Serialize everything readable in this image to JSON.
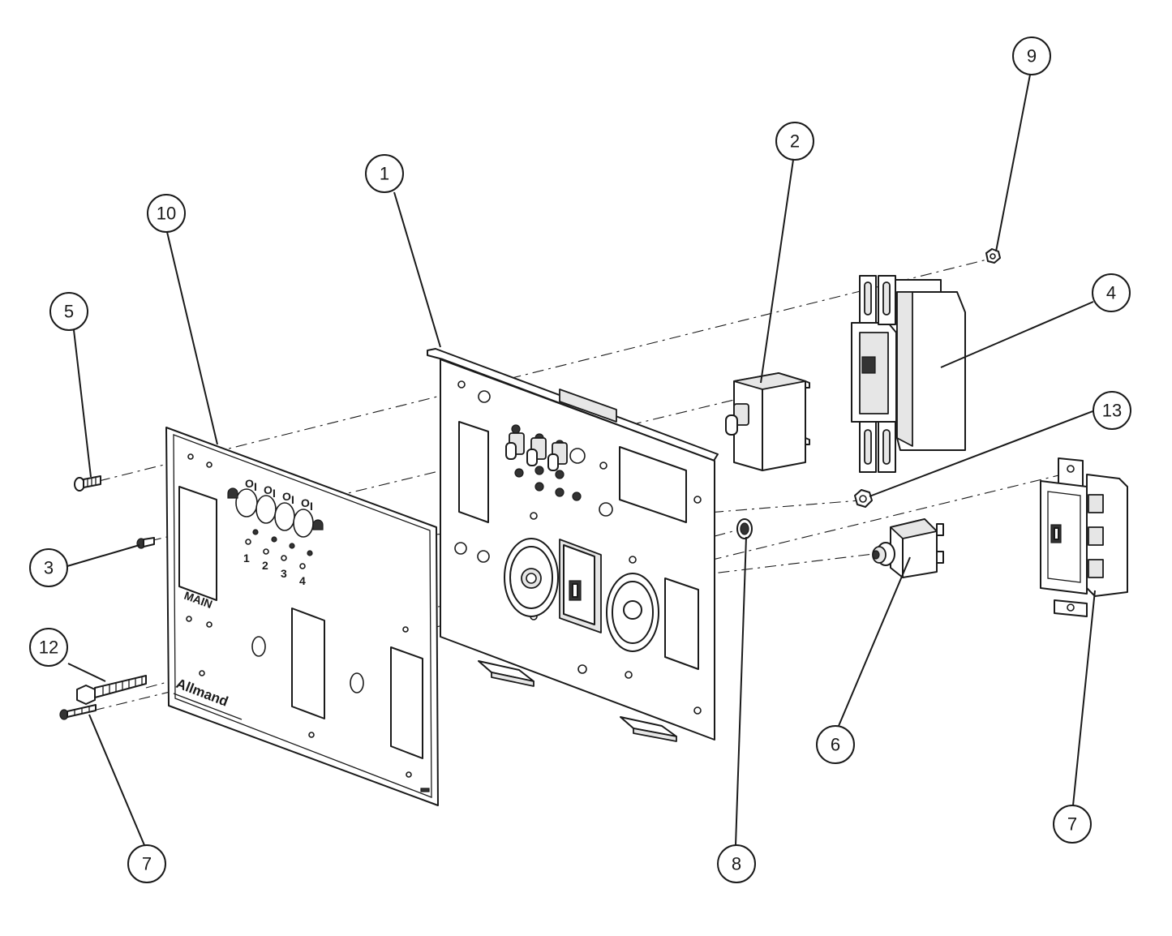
{
  "diagram": {
    "callouts": [
      {
        "id": "c1",
        "label": "1"
      },
      {
        "id": "c2",
        "label": "2"
      },
      {
        "id": "c3",
        "label": "3"
      },
      {
        "id": "c4",
        "label": "4"
      },
      {
        "id": "c5",
        "label": "5"
      },
      {
        "id": "c6",
        "label": "6"
      },
      {
        "id": "c7a",
        "label": "7"
      },
      {
        "id": "c7b",
        "label": "7"
      },
      {
        "id": "c8",
        "label": "8"
      },
      {
        "id": "c9",
        "label": "9"
      },
      {
        "id": "c10",
        "label": "10"
      },
      {
        "id": "c12",
        "label": "12"
      },
      {
        "id": "c13",
        "label": "13"
      }
    ],
    "faceplate": {
      "main_label": "MAIN",
      "brand_label": "Allmand",
      "circuit_numbers": [
        "1",
        "2",
        "3",
        "4"
      ],
      "switch_marks": [
        "O",
        "I",
        "O",
        "I",
        "O",
        "I",
        "O",
        "I"
      ]
    }
  }
}
